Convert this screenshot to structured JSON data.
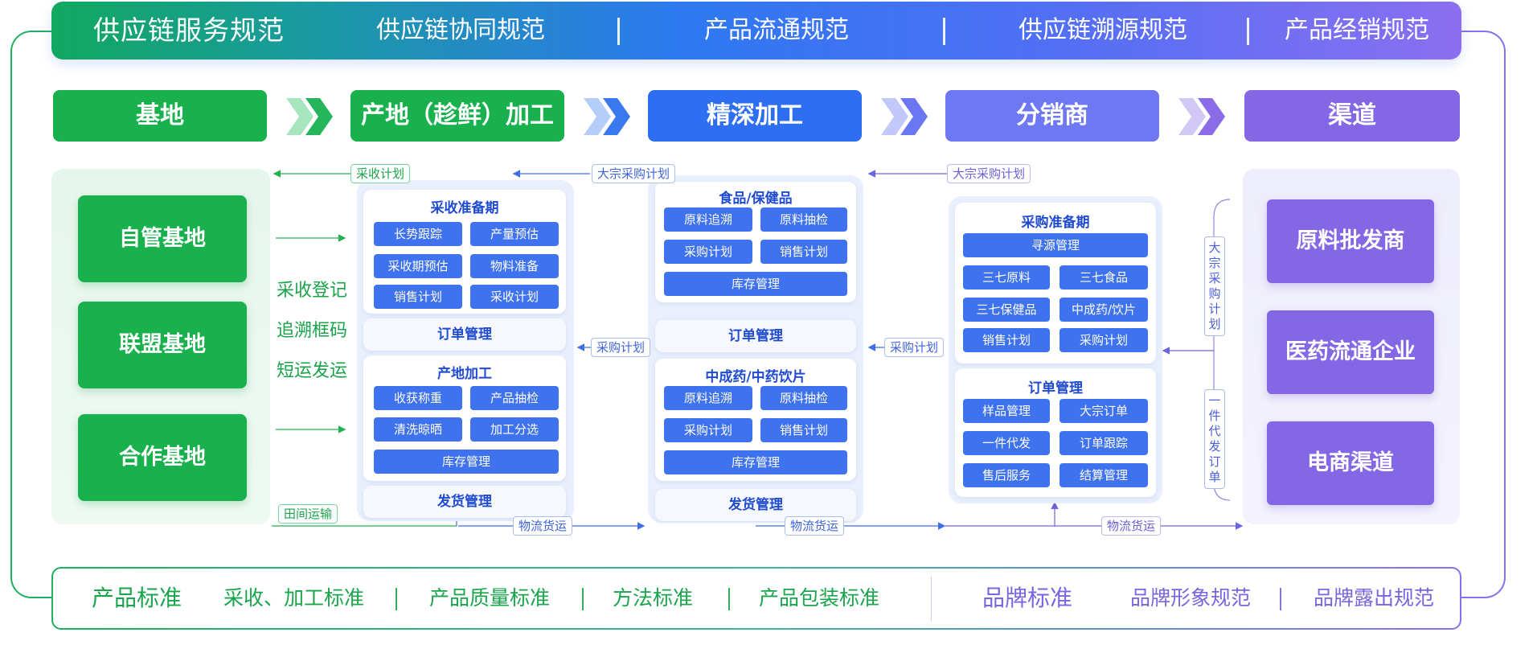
{
  "header": {
    "title": "供应链服务规范",
    "items": [
      "供应链协同规范",
      "产品流通规范",
      "供应链溯源规范",
      "产品经销规范"
    ]
  },
  "stages": [
    "基地",
    "产地（趁鲜）加工",
    "精深加工",
    "分销商",
    "渠道"
  ],
  "bases": [
    "自管基地",
    "联盟基地",
    "合作基地"
  ],
  "base_actions": [
    "采收登记",
    "追溯框码",
    "短运发运"
  ],
  "col1": {
    "card1": {
      "title": "采收准备期",
      "chips": [
        "长势跟踪",
        "产量预估",
        "采收期预估",
        "物料准备",
        "销售计划",
        "采收计划"
      ]
    },
    "order": "订单管理",
    "card2": {
      "title": "产地加工",
      "chips": [
        "收获称重",
        "产品抽检",
        "清洗晾晒",
        "加工分选"
      ],
      "wide": "库存管理"
    },
    "ship": "发货管理"
  },
  "col2": {
    "card1": {
      "title": "食品/保健品",
      "chips": [
        "原料追溯",
        "原料抽检",
        "采购计划",
        "销售计划"
      ],
      "wide": "库存管理"
    },
    "order": "订单管理",
    "card2": {
      "title": "中成药/中药饮片",
      "chips": [
        "原料追溯",
        "原料抽检",
        "采购计划",
        "销售计划"
      ],
      "wide": "库存管理"
    },
    "ship": "发货管理"
  },
  "col3": {
    "card1": {
      "title": "采购准备期",
      "wide": "寻源管理",
      "chips": [
        "三七原料",
        "三七食品",
        "三七保健品",
        "中成药/饮片",
        "销售计划",
        "采购计划"
      ]
    },
    "card2": {
      "title": "订单管理",
      "chips": [
        "样品管理",
        "大宗订单",
        "一件代发",
        "订单跟踪",
        "售后服务",
        "结算管理"
      ]
    }
  },
  "channels": [
    "原料批发商",
    "医药流通企业",
    "电商渠道"
  ],
  "flows": {
    "harvest_plan": "采收计划",
    "bulk_plan_1": "大宗采购计划",
    "bulk_plan_2": "大宗采购计划",
    "purchase_plan_1": "采购计划",
    "purchase_plan_2": "采购计划",
    "field_transport": "田间运输",
    "logistics_1": "物流货运",
    "logistics_2": "物流货运",
    "logistics_3": "物流货运",
    "vertical_bulk": "大宗采购计划",
    "vertical_dropship": "一件代发订单"
  },
  "footer": {
    "product_std": "产品标准",
    "product_items": [
      "采收、加工标准",
      "产品质量标准",
      "方法标准",
      "产品包装标准"
    ],
    "brand_std": "品牌标准",
    "brand_items": [
      "品牌形象规范",
      "品牌露出规范"
    ]
  },
  "colors": {
    "green": "#19b04e",
    "blue": "#2e6ff2",
    "violet": "#6d78f2",
    "purple": "#8467e4"
  }
}
